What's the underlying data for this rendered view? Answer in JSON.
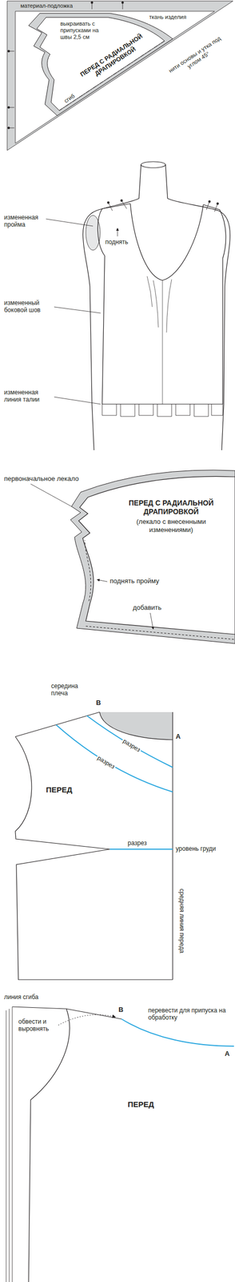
{
  "diagram": {
    "labels": [
      "материал-подложка",
      "ткань изделия",
      "выкраивать с припусками на швы 2,5 см",
      "ПЕРЕД С РАДИАЛЬНОЙ ДРАПИРОВКОЙ",
      "сгиб",
      "нити основы и утка под углом 45°",
      "измененная пройма",
      "поднять",
      "измененный боковой шов",
      "измененная линия талии",
      "первоначальное лекало",
      "ПЕРЕД С РАДИАЛЬНОЙ ДРАПИРОВКОЙ",
      "(лекало с внесенными изменениями)",
      "поднять пройму",
      "добавить",
      "середина плеча",
      "B",
      "разрез",
      "разрез",
      "A",
      "разрез",
      "уровень груди",
      "ПЕРЕД",
      "средняя линия переда",
      "линия сгиба",
      "B",
      "обвести и выровнять",
      "перевести для припуска на обработку",
      "A",
      "ПЕРЕД"
    ]
  }
}
